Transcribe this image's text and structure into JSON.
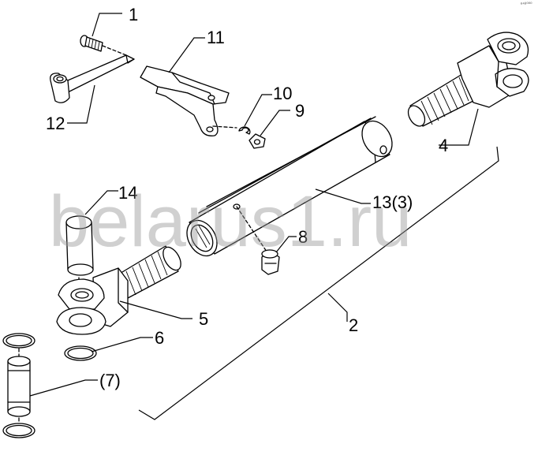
{
  "corner_mark": "ᵉ⁴⁸⁰⁰⁰",
  "watermark": "belarus1.ru",
  "callouts": {
    "c1": "1",
    "c11": "11",
    "c10": "10",
    "c9": "9",
    "c12": "12",
    "c4": "4",
    "c14": "14",
    "c13": "13(3)",
    "c8": "8",
    "c5": "5",
    "c2": "2",
    "c6": "6",
    "c7": "(7)"
  }
}
